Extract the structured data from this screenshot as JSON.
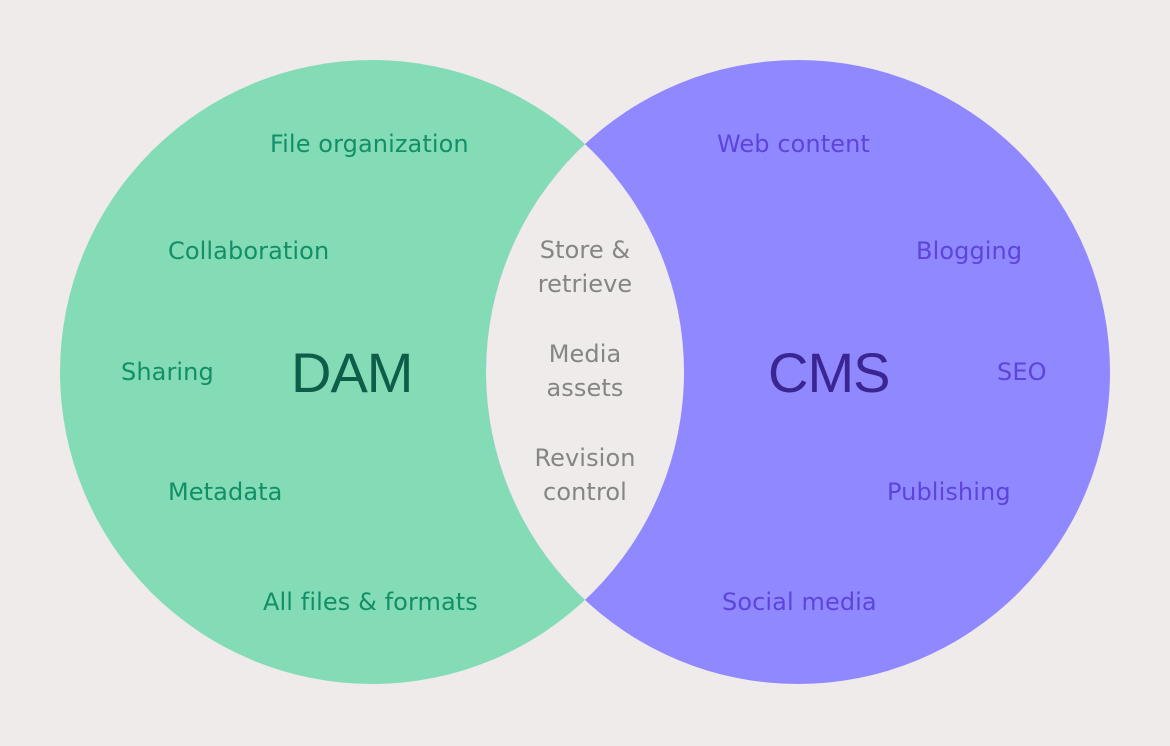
{
  "colors": {
    "background": "#efebea",
    "dam_circle": "#84dcb6",
    "cms_circle": "#9088ff",
    "dam_text": "#128f66",
    "dam_title": "#0d5d48",
    "cms_text": "#5d45d9",
    "cms_title": "#3a2693",
    "overlap_text": "#858585"
  },
  "dam": {
    "title": "DAM",
    "items": {
      "file_organization": "File organization",
      "collaboration": "Collaboration",
      "sharing": "Sharing",
      "metadata": "Metadata",
      "all_files": "All files & formats"
    }
  },
  "cms": {
    "title": "CMS",
    "items": {
      "web_content": "Web content",
      "blogging": "Blogging",
      "seo": "SEO",
      "publishing": "Publishing",
      "social_media": "Social media"
    }
  },
  "overlap": {
    "store": "Store & retrieve",
    "media": "Media assets",
    "revision": "Revision control"
  }
}
